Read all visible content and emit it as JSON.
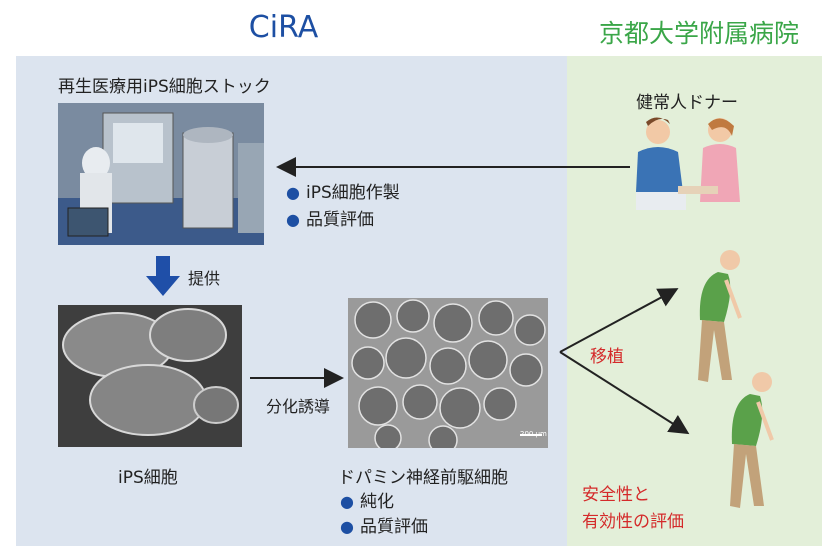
{
  "header": {
    "cira": "CiRA",
    "hospital": "京都大学附属病院"
  },
  "stock": {
    "title": "再生医療用iPS細胞ストック",
    "bullets": [
      "iPS細胞作製",
      "品質評価"
    ]
  },
  "donor": {
    "label": "健常人ドナー"
  },
  "provide": {
    "label": "提供"
  },
  "ips": {
    "label": "iPS細胞"
  },
  "differentiation": {
    "label": "分化誘導"
  },
  "dopamine": {
    "label": "ドパミン神経前駆細胞",
    "bullets": [
      "純化",
      "品質評価"
    ],
    "scale": "200 μm"
  },
  "transplant": {
    "label": "移植"
  },
  "evaluation": {
    "line1": "安全性と",
    "line2": "有効性の評価"
  },
  "colors": {
    "cira_blue": "#1d4fa3",
    "hospital_green": "#3aa648",
    "accent_red": "#d42a2a"
  }
}
